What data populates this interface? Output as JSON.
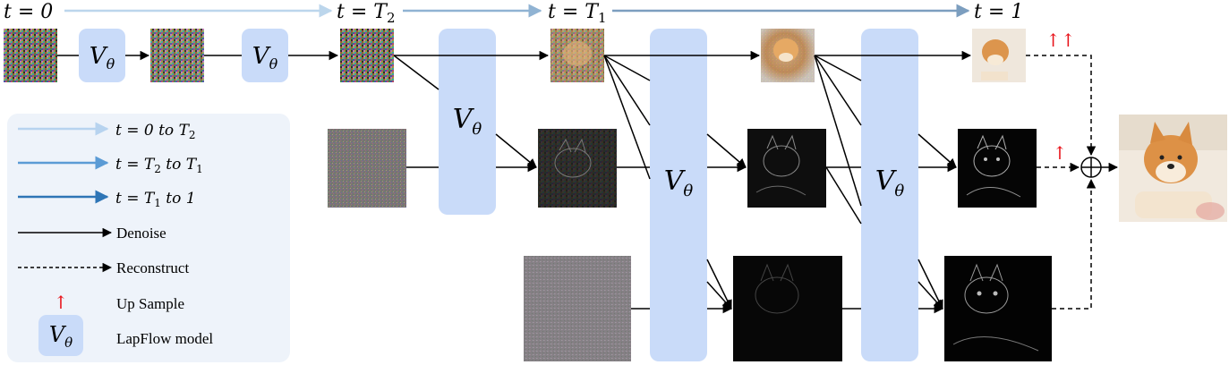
{
  "timeline": {
    "t0": "t = 0",
    "tT2": "t = T",
    "tT2_sub": "2",
    "tT1": "t = T",
    "tT1_sub": "1",
    "t1": "t = 1",
    "colors": {
      "light": "#bcd6ec",
      "mid": "#90b3d3",
      "dark": "#7c9ebf"
    }
  },
  "model": {
    "label": "V",
    "theta": "θ",
    "fill": "#c9dbf9"
  },
  "legend": {
    "items": [
      {
        "label": "t = 0 to T",
        "sub": "2",
        "color": "#b7d3ef"
      },
      {
        "label": "t = T",
        "sub": "2",
        "label_rest": " to T",
        "sub2": "1",
        "color": "#5b9bd5"
      },
      {
        "label": "t = T",
        "sub": "1",
        "label_rest": " to 1",
        "color": "#2e75b6"
      },
      {
        "label": "Denoise"
      },
      {
        "label": "Reconstruct"
      },
      {
        "label": "Up Sample",
        "arrow": "↑"
      },
      {
        "label": "LapFlow model"
      }
    ]
  },
  "upsample": {
    "double": "↑↑",
    "single": "↑",
    "color": "#e8141b"
  },
  "sum_symbol": "⊕"
}
